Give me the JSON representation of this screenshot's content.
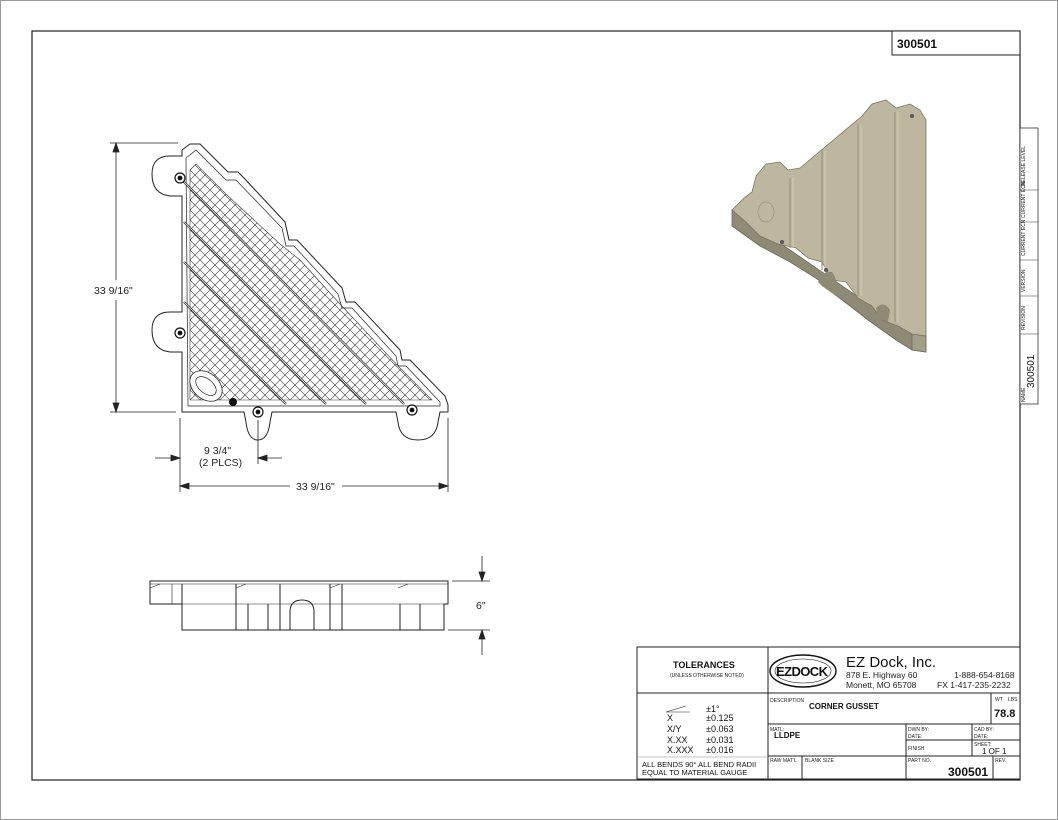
{
  "drawing_number": "300501",
  "dimensions": {
    "height": "33 9/16\"",
    "width": "33 9/16\"",
    "spacing": "9 3/4\"",
    "spacing_note": "(2 PLCS)",
    "thickness": "6\""
  },
  "revision_tabs": [
    "RELEASE LEVEL",
    "CURRENT ECN",
    "CURRENT ECN",
    "VERSION",
    "REVISION"
  ],
  "side_name_label": "NAME",
  "side_name_value": "300501",
  "title_block": {
    "tolerances_heading": "TOLERANCES",
    "tolerances_sub": "(UNLESS OTHERWISE NOTED)",
    "tolerance_rows": [
      {
        "label": "",
        "value": "±1°"
      },
      {
        "label": "X",
        "value": "±0.125"
      },
      {
        "label": "X/Y",
        "value": "±0.063"
      },
      {
        "label": "X.XX",
        "value": "±0.031"
      },
      {
        "label": "X.XXX",
        "value": "±0.016"
      }
    ],
    "bends_note_1": "ALL BENDS 90°   ALL BEND RADII",
    "bends_note_2": "EQUAL TO MATERIAL GAUGE",
    "logo_text": "EZDOCK",
    "company_name": "EZ Dock, Inc.",
    "address_1": "878 E. Highway 60",
    "address_2": "Monett, MO 65708",
    "phone": "1-888-654-8168",
    "fax": "FX  1-417-235-2232",
    "description_label": "DESCRIPTION",
    "description_value": "CORNER GUSSET",
    "wt_label": "WT",
    "lbs_label": "LBS",
    "weight": "78.8",
    "matl_label": "MATL:",
    "matl_value": "LLDPE",
    "dwn_by_label": "DWN BY:",
    "date_label_1": "DATE:",
    "cad_by_label": "CAD BY:",
    "date_label_2": "DATE:",
    "finish_label": "FINISH",
    "sheet_label": "SHEET:",
    "sheet_value": "1 OF 1",
    "raw_matl_label": "RAW MAT'L",
    "blank_size_label": "BLANK SIZE",
    "part_no_label": "PART NO.",
    "part_no_value": "300501",
    "rev_label": "REV."
  },
  "colors": {
    "line": "#222222",
    "render_fill": "#bdb7a0",
    "render_shadow": "#8f8a75",
    "render_highlight": "#d6d1bc"
  }
}
